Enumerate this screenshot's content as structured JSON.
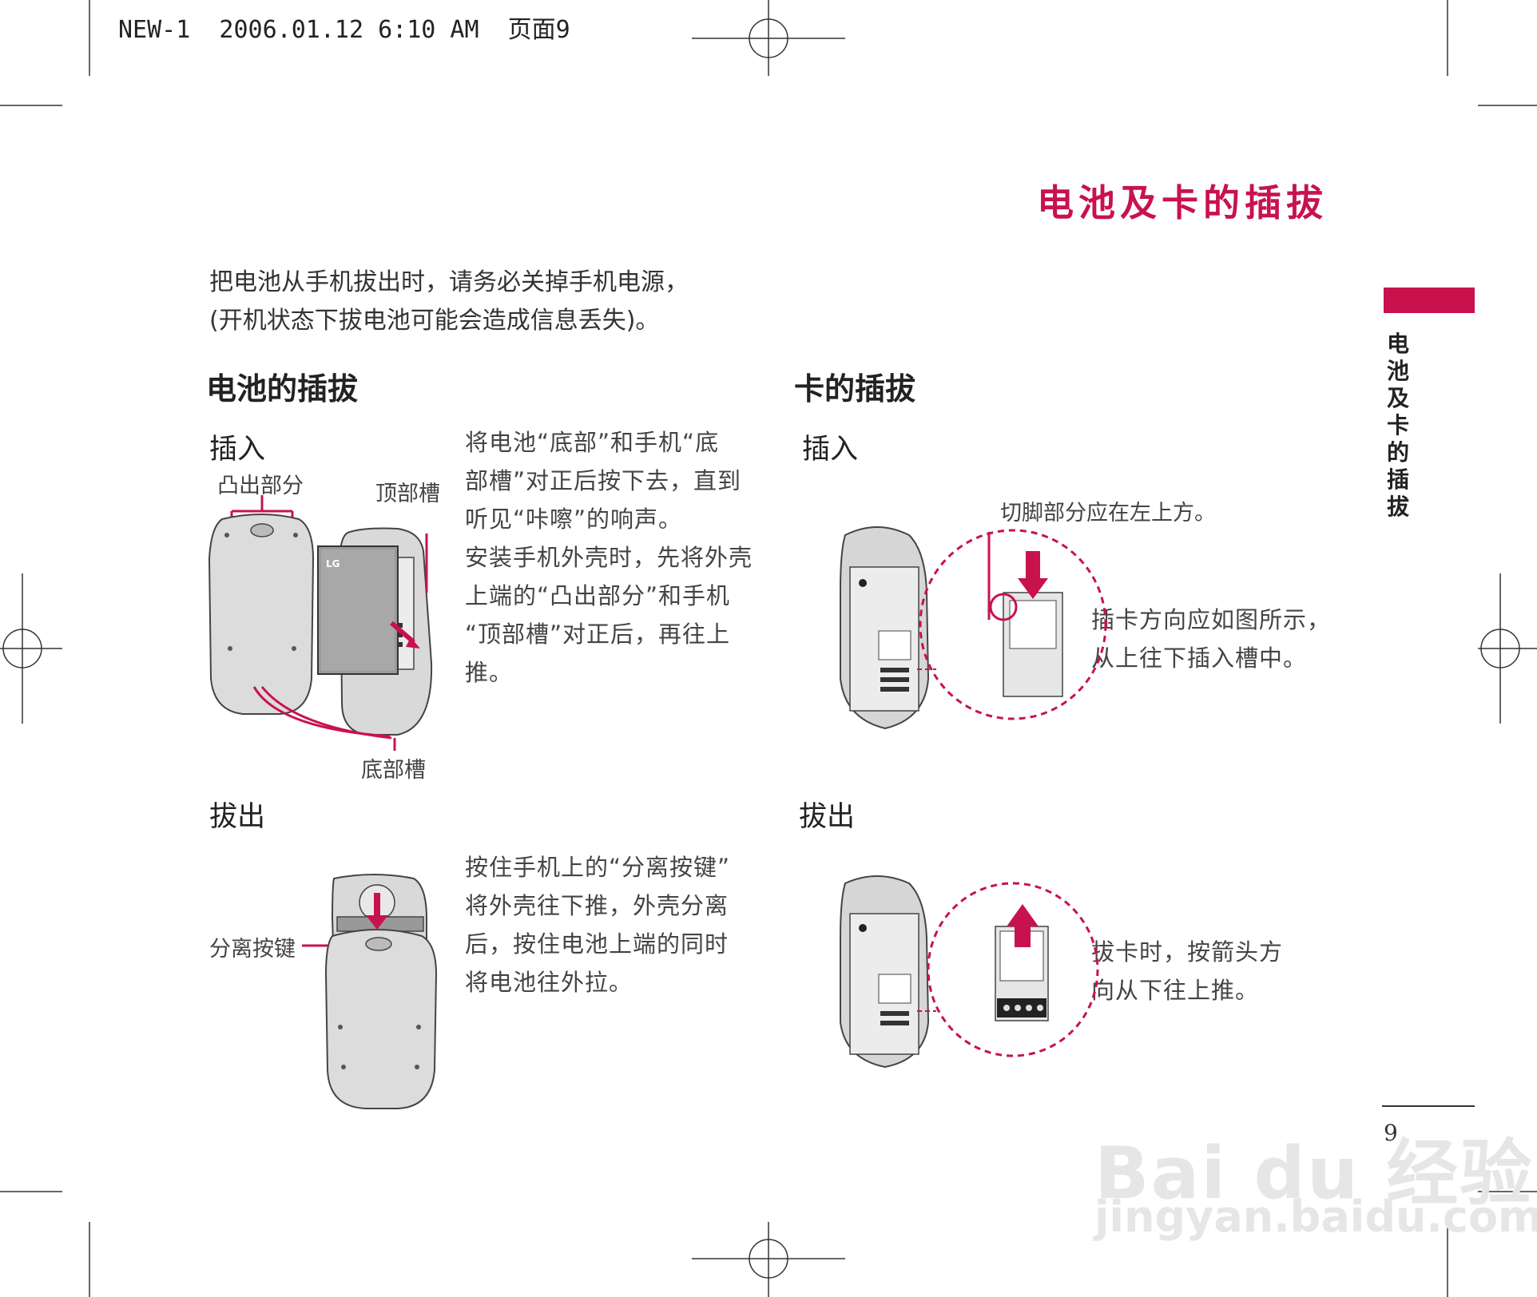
{
  "print_header": "NEW-1  2006.01.12 6:10 AM  页面9",
  "page_title": "电池及卡的插拔",
  "intro": {
    "line1": "把电池从手机拔出时，请务必关掉手机电源，",
    "line2": "(开机状态下拔电池可能会造成信息丢失)。"
  },
  "battery": {
    "heading": "电池的插拔",
    "insert": {
      "heading": "插入",
      "labels": {
        "protrusion": "凸出部分",
        "top_slot": "顶部槽",
        "bottom_slot": "底部槽",
        "brand": "LG"
      },
      "text": [
        "将电池“底部”和手机“底",
        "部槽”对正后按下去，直到",
        "听见“咔嚓”的响声。",
        "安装手机外壳时，先将外壳",
        "上端的“凸出部分”和手机",
        "“顶部槽”对正后，再往上",
        "推。"
      ]
    },
    "remove": {
      "heading": "拔出",
      "labels": {
        "release_key": "分离按键"
      },
      "text": [
        "按住手机上的“分离按键”",
        "将外壳往下推，外壳分离",
        "后，按住电池上端的同时",
        "将电池往外拉。"
      ]
    }
  },
  "card": {
    "heading": "卡的插拔",
    "insert": {
      "heading": "插入",
      "labels": {
        "notch": "切脚部分应在左上方。"
      },
      "text": [
        "插卡方向应如图所示，",
        "从上往下插入槽中。"
      ]
    },
    "remove": {
      "heading": "拔出",
      "text": [
        "拔卡时，按箭头方",
        "向从下往上推。"
      ]
    }
  },
  "side_tab_text": [
    "电",
    "池",
    "及",
    "卡",
    "的",
    "插",
    "拔"
  ],
  "page_number": "9",
  "watermark": {
    "main": "Bai du 经验",
    "sub": "jingyan.baidu.com"
  },
  "colors": {
    "accent": "#c8124e",
    "text": "#333333",
    "device_fill": "#d9d9d9",
    "device_stroke": "#444444"
  }
}
